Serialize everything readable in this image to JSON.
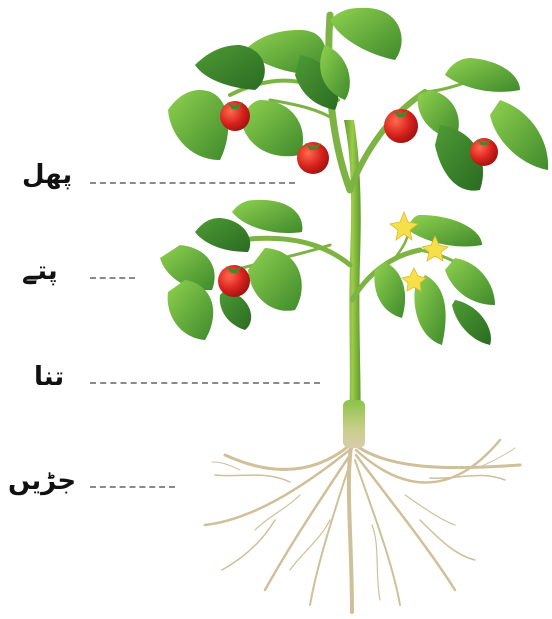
{
  "labels": {
    "fruit": "پھل",
    "leaves": "پتے",
    "stem": "تنا",
    "roots": "جڑیں"
  },
  "colors": {
    "leaf_dark": "#3f8a2c",
    "leaf_light": "#7cc242",
    "stem": "#7cb342",
    "tomato": "#d8221d",
    "flower": "#f5e04a",
    "root": "#cfc09a",
    "leader_line": "#8a8a8a"
  }
}
